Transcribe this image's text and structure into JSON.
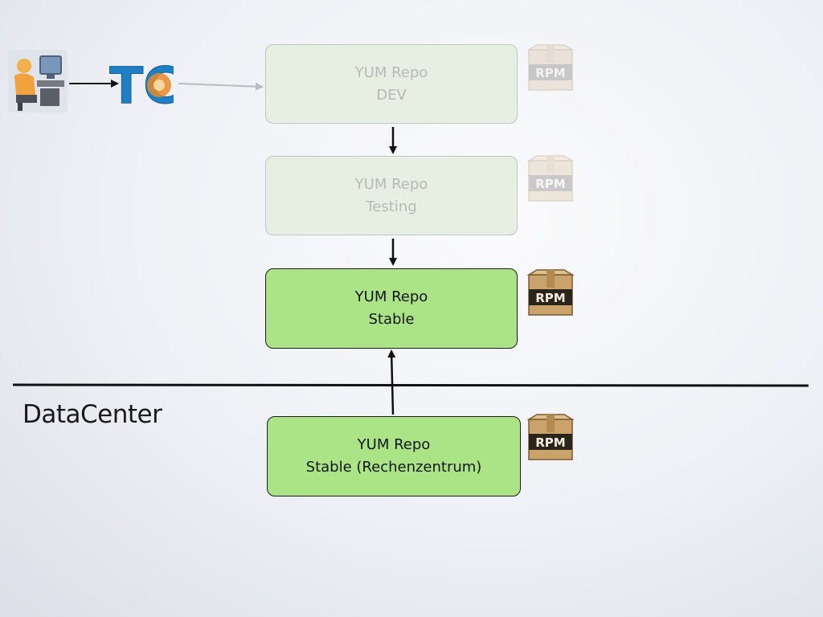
{
  "repos": {
    "dev": {
      "line1": "YUM Repo",
      "line2": "DEV"
    },
    "testing": {
      "line1": "YUM Repo",
      "line2": "Testing"
    },
    "stable": {
      "line1": "YUM Repo",
      "line2": "Stable"
    },
    "rz": {
      "line1": "YUM Repo",
      "line2": "Stable (Rechenzentrum)"
    }
  },
  "package_label": "RPM",
  "datacenter_label": "DataCenter",
  "tc_logo_text": "TC",
  "colors": {
    "repo_active": "#abe487",
    "repo_faded": "#e6efe1",
    "package_tan": "#c9a36b"
  }
}
